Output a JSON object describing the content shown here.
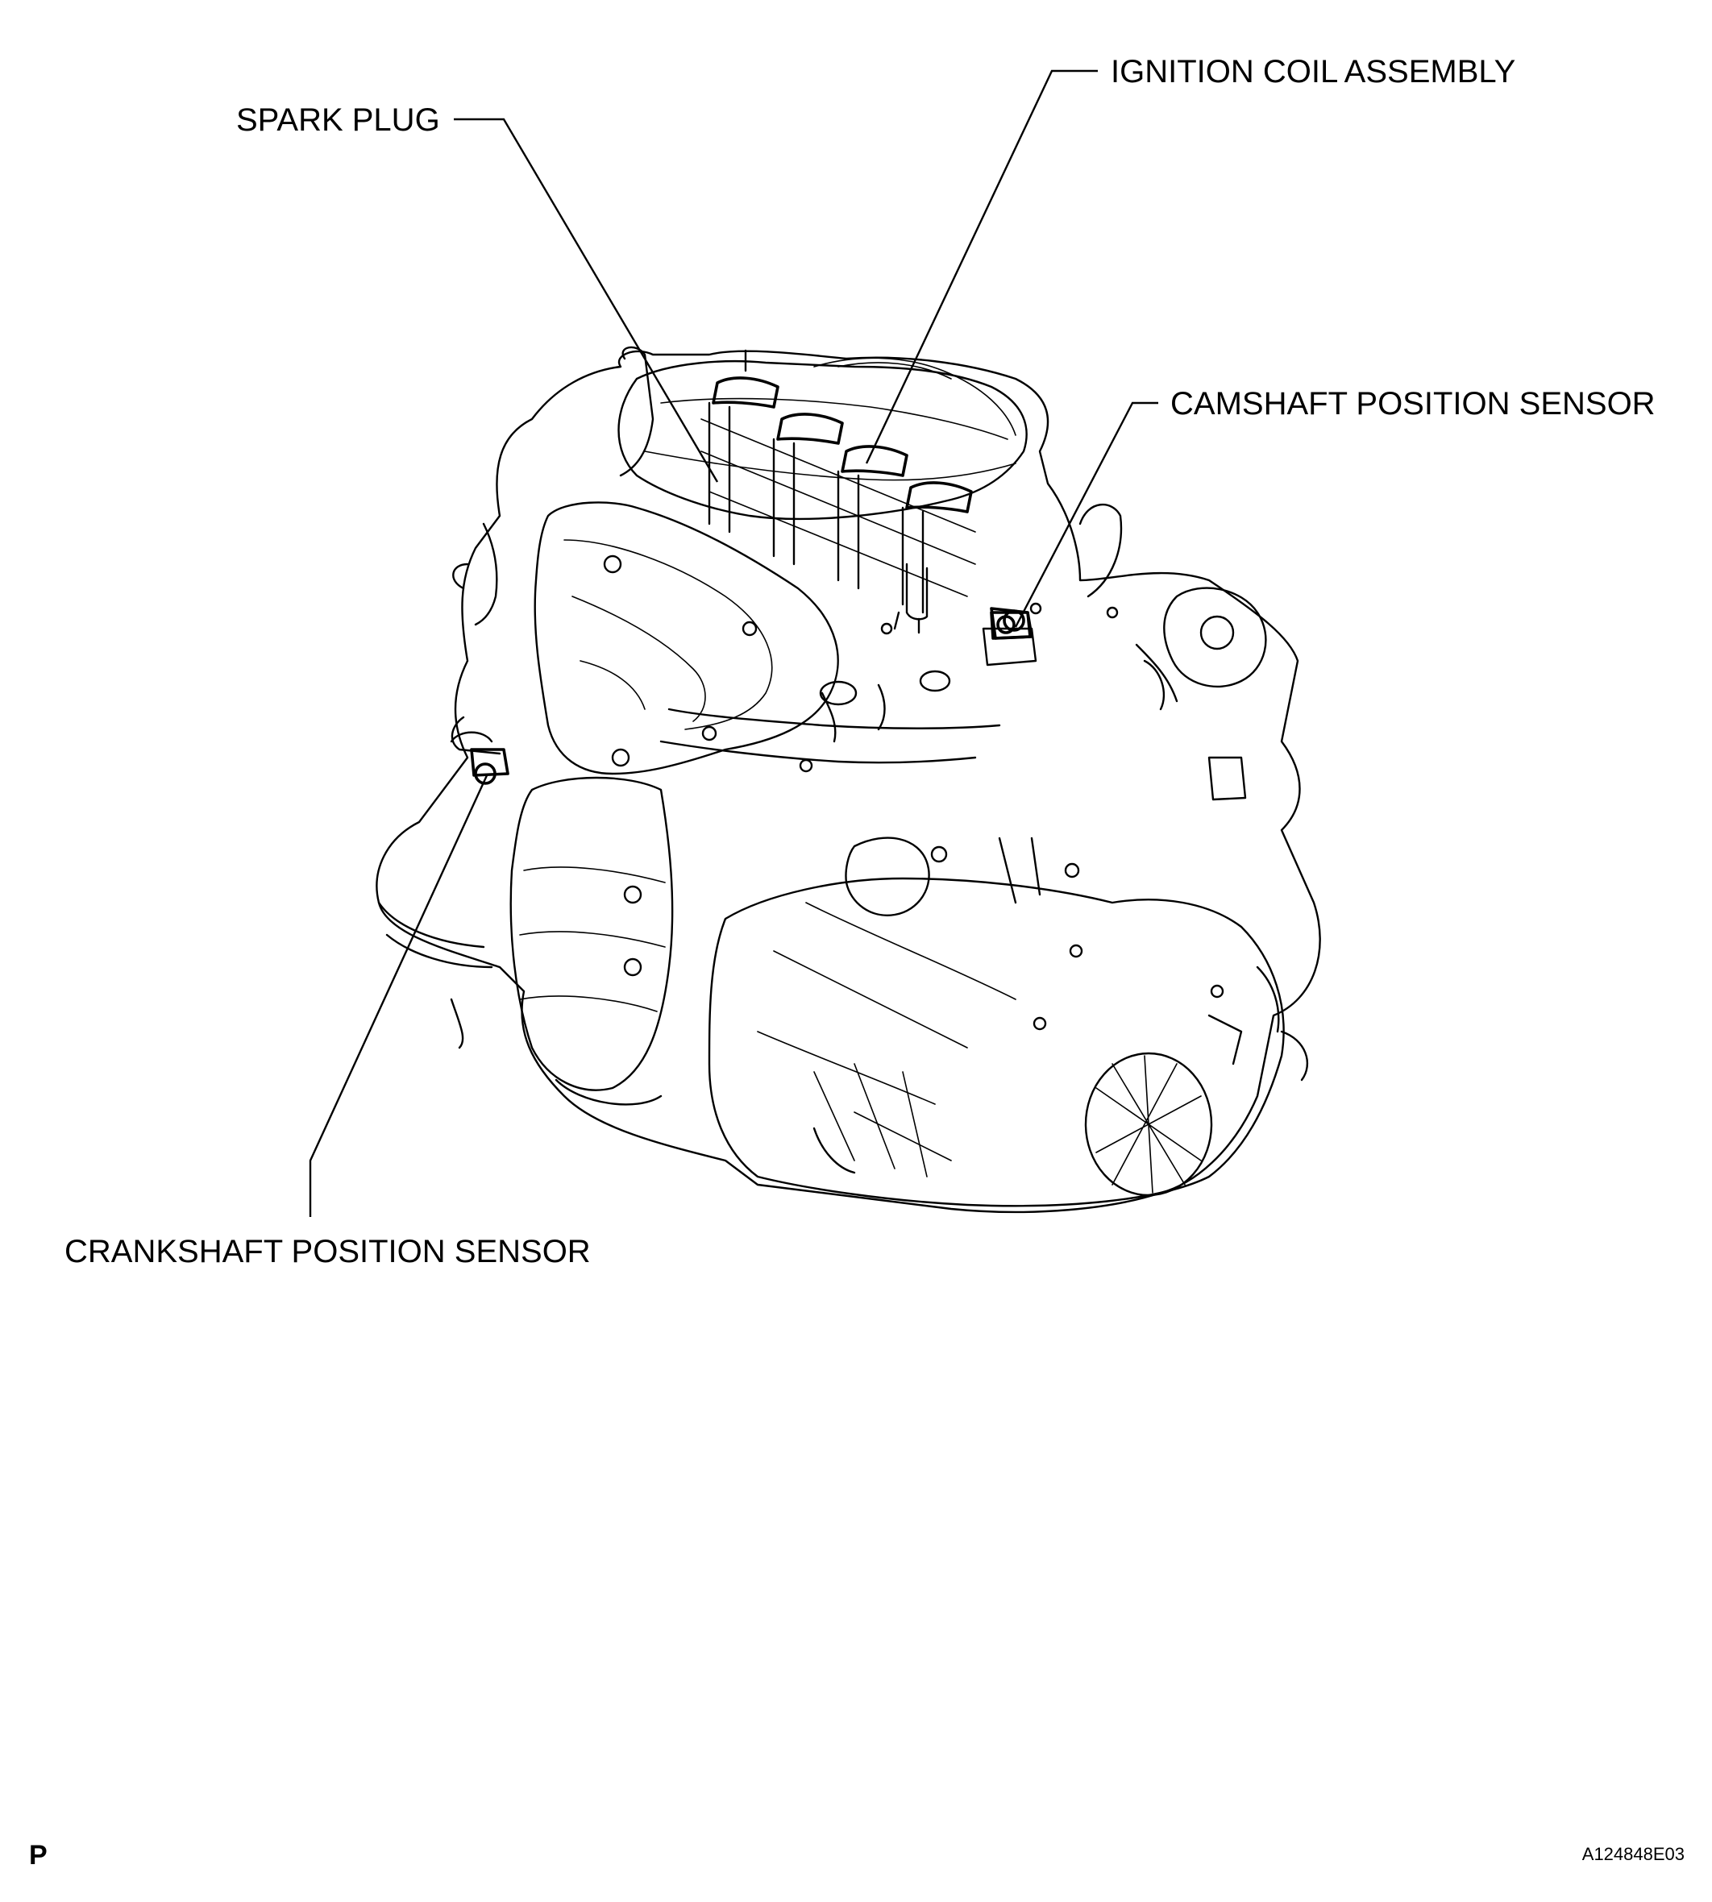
{
  "callouts": {
    "spark_plug": "SPARK PLUG",
    "ignition_coil_assembly": "IGNITION COIL ASSEMBLY",
    "camshaft_position_sensor": "CAMSHAFT POSITION SENSOR",
    "crankshaft_position_sensor": "CRANKSHAFT POSITION SENSOR"
  },
  "corner_letter": "P",
  "figure_id": "A124848E03"
}
